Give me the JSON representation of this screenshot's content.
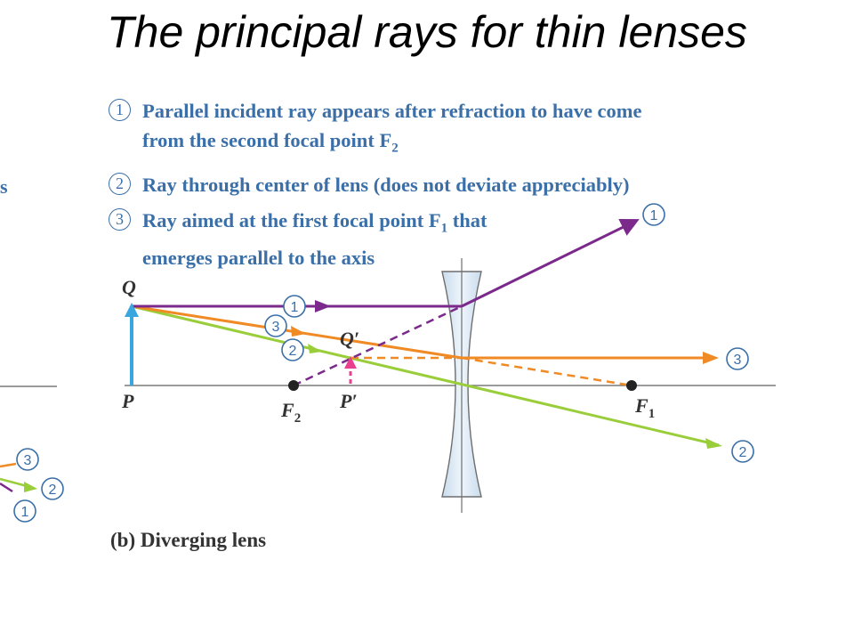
{
  "slide": {
    "title": "The principal rays for thin lenses",
    "caption_bold": "(b)",
    "caption_text": " Diverging lens"
  },
  "legend": {
    "ray1_num": "1",
    "ray1_text_a": "Parallel incident ray appears after refraction to have come",
    "ray1_text_b": "from the second focal point F",
    "ray1_sub": "2",
    "ray2_num": "2",
    "ray2_text": "Ray through center of lens (does not deviate appreciably)",
    "ray3_num": "3",
    "ray3_text_a": "Ray aimed at the first focal point F",
    "ray3_sub": "1",
    "ray3_text_b": " that",
    "ray3_text_c": "emerges parallel to the axis"
  },
  "labels": {
    "Q": "Q",
    "P": "P",
    "Q_image": "Q′",
    "P_image": "P′",
    "F2": "F",
    "F2_sub": "2",
    "F1": "F",
    "F1_sub": "1",
    "ray_markers": [
      "1",
      "3",
      "2",
      "1",
      "3",
      "2"
    ],
    "left_partial_markers": [
      "3",
      "2",
      "1"
    ],
    "left_partial_text": "s"
  },
  "colors": {
    "ray1": "#7b2a8c",
    "ray2": "#9acd3a",
    "ray3": "#f08a24",
    "object": "#3aa6e0",
    "image": "#e8408f",
    "legend_text": "#3a6fa8",
    "lens": "#d8e6f2"
  }
}
